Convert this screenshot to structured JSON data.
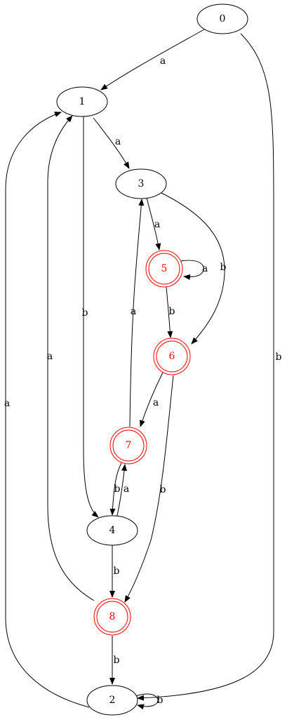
{
  "colors": {
    "stroke": "#000000",
    "accept_stroke": "#ff0000",
    "accept_label": "#ff0000",
    "background": "#ffffff"
  },
  "nodes": [
    {
      "id": "0",
      "label": "0",
      "accepting": false
    },
    {
      "id": "1",
      "label": "1",
      "accepting": false
    },
    {
      "id": "3",
      "label": "3",
      "accepting": false
    },
    {
      "id": "5",
      "label": "5",
      "accepting": true
    },
    {
      "id": "6",
      "label": "6",
      "accepting": true
    },
    {
      "id": "7",
      "label": "7",
      "accepting": true
    },
    {
      "id": "4",
      "label": "4",
      "accepting": false
    },
    {
      "id": "8",
      "label": "8",
      "accepting": true
    },
    {
      "id": "2",
      "label": "2",
      "accepting": false
    }
  ],
  "edges": [
    {
      "id": "e0-1",
      "from": "0",
      "to": "1",
      "label": "a"
    },
    {
      "id": "e0-2",
      "from": "0",
      "to": "2",
      "label": "b"
    },
    {
      "id": "e1-3",
      "from": "1",
      "to": "3",
      "label": "a"
    },
    {
      "id": "e1-4",
      "from": "1",
      "to": "4",
      "label": "b"
    },
    {
      "id": "e3-5",
      "from": "3",
      "to": "5",
      "label": "a"
    },
    {
      "id": "e3-6",
      "from": "3",
      "to": "6",
      "label": "b"
    },
    {
      "id": "e5-5",
      "from": "5",
      "to": "5",
      "label": "a"
    },
    {
      "id": "e5-6",
      "from": "5",
      "to": "6",
      "label": "b"
    },
    {
      "id": "e6-7",
      "from": "6",
      "to": "7",
      "label": "a"
    },
    {
      "id": "e6-8",
      "from": "6",
      "to": "8",
      "label": "b"
    },
    {
      "id": "e7-3",
      "from": "7",
      "to": "3",
      "label": "a"
    },
    {
      "id": "e7-4",
      "from": "7",
      "to": "4",
      "label": "b"
    },
    {
      "id": "e4-7",
      "from": "4",
      "to": "7",
      "label": "a"
    },
    {
      "id": "e4-8",
      "from": "4",
      "to": "8",
      "label": "b"
    },
    {
      "id": "e8-1",
      "from": "8",
      "to": "1",
      "label": "a"
    },
    {
      "id": "e8-2",
      "from": "8",
      "to": "2",
      "label": "b"
    },
    {
      "id": "e2-1",
      "from": "2",
      "to": "1",
      "label": "a"
    },
    {
      "id": "e2-2",
      "from": "2",
      "to": "2",
      "label": "b"
    }
  ]
}
